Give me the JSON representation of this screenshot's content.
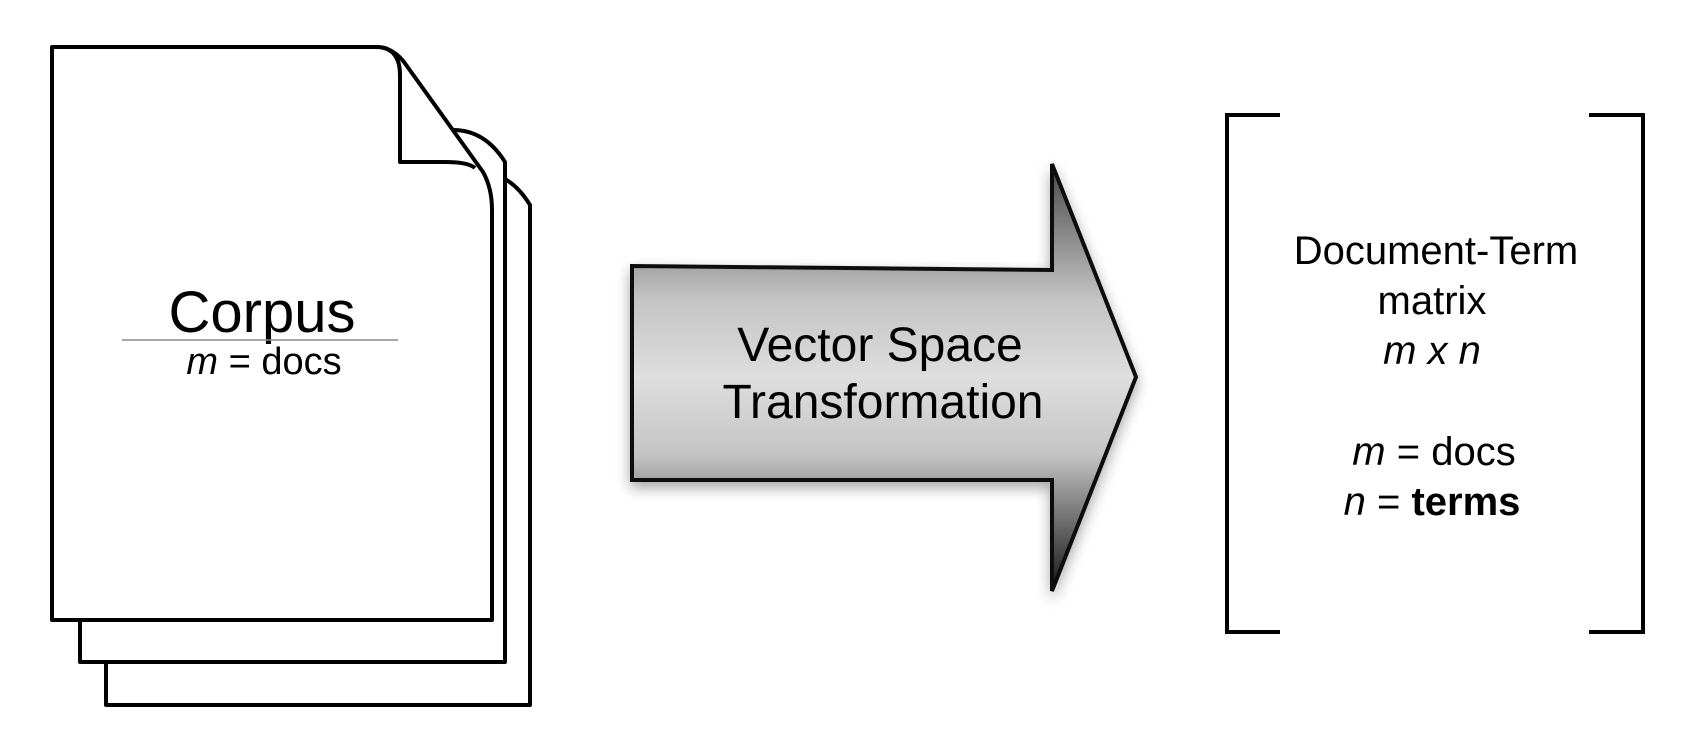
{
  "corpus": {
    "title": "Corpus",
    "subtitle_var": "m",
    "subtitle_eq": " = docs"
  },
  "transformation": {
    "line1": "Vector Space",
    "line2": "Transformation"
  },
  "matrix": {
    "line1": "Document-Term",
    "line2": "matrix",
    "dims": "m x n",
    "m_var": "m",
    "m_eq": " = docs",
    "n_var": "n",
    "n_eq": " = ",
    "n_value": "terms"
  }
}
